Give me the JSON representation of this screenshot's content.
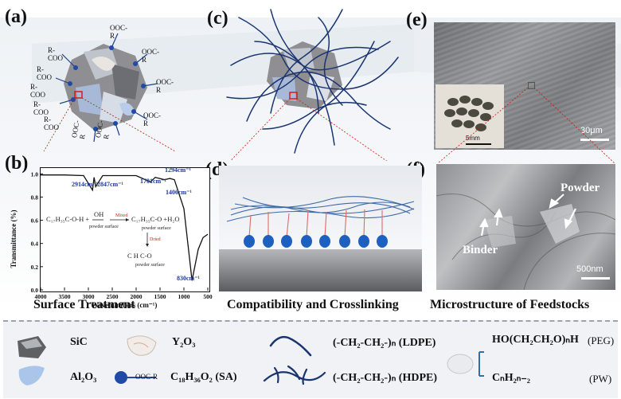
{
  "panels": {
    "a": "(a)",
    "b": "(b)",
    "c": "(c)",
    "d": "(d)",
    "e": "(e)",
    "f": "(f)"
  },
  "panel_a": {
    "groups_left": [
      "R-COO",
      "R-COO",
      "R-COO",
      "R-COO",
      "R-COO"
    ],
    "groups_right": [
      "OOC-R",
      "OOC-R",
      "OOC-R",
      "OOC-R",
      "OOC-R",
      "OOC-R"
    ]
  },
  "panel_b": {
    "ylabel": "Transmittance (%)",
    "xlabel": "Wavenumbers (cm⁻¹)",
    "xticks": [
      "4000",
      "3500",
      "3000",
      "2500",
      "2000",
      "1500",
      "1000",
      "500"
    ],
    "yticks": [
      "1.0",
      "0.8",
      "0.6",
      "0.4",
      "0.2",
      "0.0"
    ],
    "peaks": [
      "2914cm⁻¹",
      "2847cm⁻¹",
      "1701cm⁻¹",
      "1406cm⁻¹",
      "1294cm⁻¹",
      "830cm⁻¹"
    ],
    "reaction_left": "C₁₇H₃₅C-O-H +",
    "reaction_mid": "OH",
    "reaction_mid_sub": "powder surface",
    "arrow_mixed": "Mixed",
    "reaction_right": "C₁₇H₃₅C-O +H₂O",
    "reaction_right_sub": "powder surface",
    "arrow_dried": "Dried",
    "product": "C H C-O",
    "product_sub": "powder surface"
  },
  "panel_e": {
    "scale": "30μm",
    "inset_scale": "5mm"
  },
  "panel_f": {
    "scale": "500nm",
    "label_powder": "Powder",
    "label_binder": "Binder"
  },
  "captions": {
    "surface": "Surface Treatment",
    "compat": "Compatibility and Crosslinking",
    "micro": "Microstructure of Feedstocks"
  },
  "legend": {
    "sic": "SiC",
    "y2o3": "Y₂O₃",
    "ldpe": "(-CH₂-CH₂-)ₙ (LDPE)",
    "peg": "HO(CH₂CH₂O)ₙH",
    "peg_tag": "(PEG)",
    "al2o3": "Al₂O₃",
    "sa_tag": "OOC-R",
    "sa": "C₁₈H₃₆O₂ (SA)",
    "hdpe": "(-CH₂-CH₂-)ₙ (HDPE)",
    "pw": "CₙH₂ₙ₋₂",
    "pw_tag": "(PW)"
  },
  "chart_data": {
    "type": "line",
    "x": [
      4000,
      3500,
      3100,
      2914,
      2880,
      2847,
      2700,
      2000,
      1701,
      1600,
      1406,
      1294,
      1200,
      1000,
      830,
      700,
      600,
      500
    ],
    "values": [
      0.99,
      0.99,
      0.985,
      0.86,
      0.97,
      0.89,
      0.985,
      0.985,
      0.93,
      0.97,
      0.95,
      0.96,
      0.95,
      0.7,
      0.08,
      0.35,
      0.45,
      0.48
    ],
    "ylabel": "Transmittance (%)",
    "xlabel": "Wavenumbers (cm⁻¹)",
    "xlim": [
      4000,
      500
    ],
    "ylim": [
      0.0,
      1.05
    ]
  }
}
